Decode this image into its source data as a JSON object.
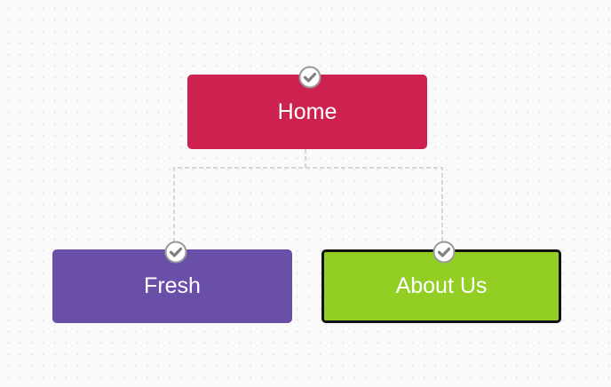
{
  "sitemap": {
    "nodes": [
      {
        "id": "home",
        "label": "Home",
        "color": "#cd2150",
        "checked": true,
        "selected": false,
        "icon": "check-circle-icon"
      },
      {
        "id": "fresh",
        "label": "Fresh",
        "color": "#6a4fa8",
        "checked": true,
        "selected": false,
        "icon": "check-circle-icon"
      },
      {
        "id": "about-us",
        "label": "About Us",
        "color": "#92ce23",
        "checked": true,
        "selected": true,
        "icon": "check-circle-icon"
      }
    ],
    "links": [
      {
        "from": "home",
        "to": "fresh",
        "style": "dashed"
      },
      {
        "from": "home",
        "to": "about-us",
        "style": "dashed"
      }
    ]
  }
}
